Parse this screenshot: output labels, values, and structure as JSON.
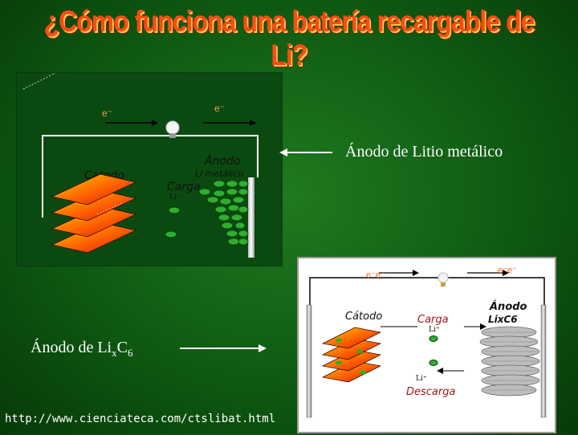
{
  "title": "¿Cómo funciona una batería recargable de Li?",
  "diagram_top": {
    "electron_left": "e⁻",
    "electron_right": "e⁻",
    "anode_label": "Ánodo",
    "anode_material": "Li  metálico",
    "cathode_label": "Cátodo",
    "process_label": "Carga",
    "ion_label": "Li⁺"
  },
  "diagram_bottom": {
    "electron_left": "e⁻e⁻",
    "electron_right": "e⁻e⁻",
    "cathode_label": "Cátodo",
    "charge_label": "Carga",
    "charge_ion": "Li⁺",
    "anode_label_1": "Ánodo",
    "anode_label_2": "LixC6",
    "discharge_ion": "Li⁺",
    "discharge_label": "Descarga"
  },
  "labels": {
    "litio_metalico": "Ánodo de Litio metálico",
    "lixc6_prefix": "Ánodo de Li",
    "lixc6_sub1": "x",
    "lixc6_mid": "C",
    "lixc6_sub2": "6"
  },
  "url": "http://www.cienciateca.com/ctslibat.html",
  "colors": {
    "background": "#0f5a12",
    "title": "#ff4a14",
    "panel_top": "#0a4a10",
    "panel_bottom": "#ffffff",
    "electron": "#ff9a50",
    "ion_ball": "#2fae2f",
    "layer": "#ff6a00"
  }
}
